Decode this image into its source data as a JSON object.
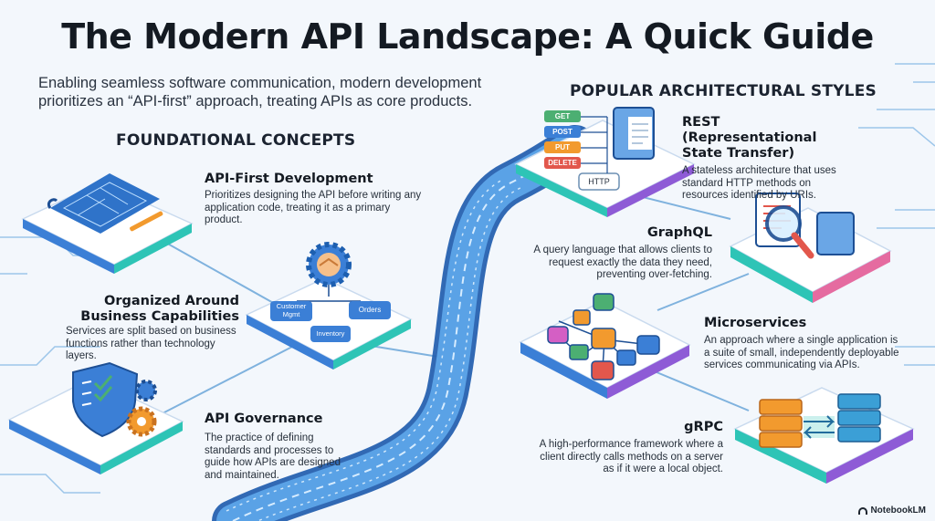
{
  "title": "The Modern API Landscape: A Quick Guide",
  "intro": "Enabling seamless software communication, modern development prioritizes an “API-first” approach, treating APIs as core products.",
  "sections": {
    "foundational": "FOUNDATIONAL CONCEPTS",
    "architectural": "POPULAR ARCHITECTURAL STYLES"
  },
  "concepts": [
    {
      "heading": "API-First Development",
      "desc": "Prioritizes designing the API before writing any application code, treating it as a primary product."
    },
    {
      "heading": "Organized Around Business Capabilities",
      "desc": "Services are split based on business functions rather than technology layers."
    },
    {
      "heading": "API Governance",
      "desc": "The practice of defining standards and processes to guide how APIs are designed and maintained."
    }
  ],
  "styles": [
    {
      "heading": "REST (Representational State Transfer)",
      "desc": "A stateless architecture that uses standard HTTP methods on resources identified by URIs."
    },
    {
      "heading": "GraphQL",
      "desc": "A query language that allows clients to request exactly the data they need, preventing over-fetching."
    },
    {
      "heading": "Microservices",
      "desc": "An approach where a single application is a suite of small, independently deployable services communicating via APIs."
    },
    {
      "heading": "gRPC",
      "desc": "A high-performance framework where a client directly calls methods on a server as if it were a local object."
    }
  ],
  "rest_methods": [
    "GET",
    "POST",
    "PUT",
    "DELETE"
  ],
  "rest_protocol": "HTTP",
  "capability_labels": [
    "Customer Mgmt",
    "Orders",
    "Inventory"
  ],
  "brand": "NotebookLM",
  "colors": {
    "get": "#4caf72",
    "post": "#3b7fd6",
    "put": "#f29a2e",
    "delete": "#e2574c",
    "pipeline": "#2f7fd1",
    "accent_teal": "#2ec4b6"
  },
  "icons": [
    "blueprint-icon",
    "handshake-gear-icon",
    "shield-check-icon",
    "gears-icon",
    "document-icon",
    "magnifier-icon",
    "hexagon-graph-icon",
    "server-stack-icon"
  ]
}
